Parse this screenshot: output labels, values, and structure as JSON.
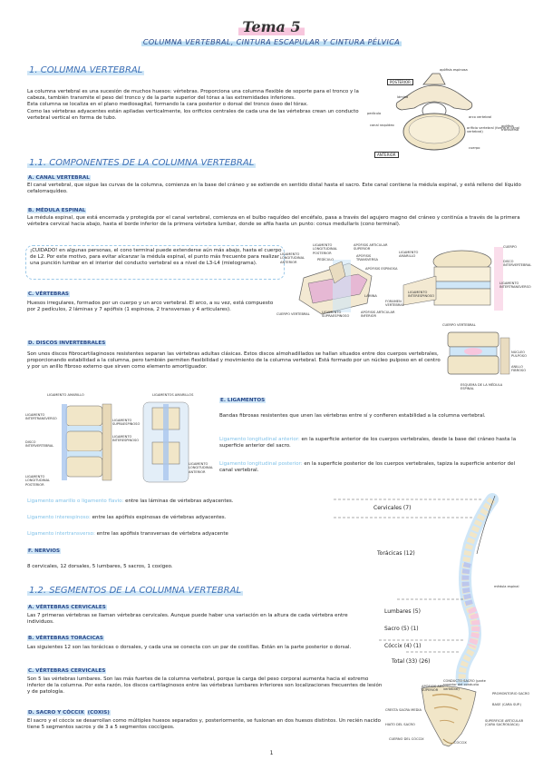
{
  "title": "Tema 5",
  "subtitle": "COLUMNA VERTEBRAL, CINTURA ESCAPULAR Y CINTURA PÉLVICA",
  "s1": {
    "heading": "1. COLUMNA VERTEBRAL",
    "p1": "La columna vertebral es una sucesión de muchos huesos: vértebras. Proporciona una columna flexible de soporte para el tronco y la cabeza, también transmite el peso del tronco y de la parte superior del tórax a las extremidades inferiores.",
    "p2": "Esta columna se localiza en el plano mediosagital, formando la cara posterior o dorsal del tronco óseo del tórax.",
    "p3": "Como las vértebras adyacentes están apiladas verticalmente, los orificios centrales de cada una de las vértebras crean un conducto vertebral vertical en forma de tubo."
  },
  "fig1": {
    "posterior": "POSTERIOR",
    "anterior": "ANTERIOR",
    "apofisis_espinosa": "apófisis espinosa",
    "lamina": "lámina",
    "arco_vertebral": "arco vertebral",
    "apofisis_transversa": "apófisis transversa",
    "pediculo": "pedículo",
    "canal_raquideo": "canal raquídeo",
    "orificio": "orificio vertebral (forma el canal vertebral)",
    "cuerpo": "cuerpo"
  },
  "s11": {
    "heading": "1.1. COMPONENTES DE LA COLUMNA VERTEBRAL",
    "a_head": "A. CANAL VERTEBRAL",
    "a_text": "El canal vertebral, que sigue las curvas de la columna, comienza en la base del cráneo y se extiende en sentido distal hasta el sacro. Este canal contiene la médula espinal, y está relleno del líquido cefalorraquídeo.",
    "b_head": "B. MÉDULA ESPINAL",
    "b_text": "La médula espinal, que está encerrada y protegida por el canal vertebral, comienza en el bulbo raquídeo del encéfalo, pasa a través del agujero magno del cráneo y continúa a través de la primera vértebra cervical hacia abajo, hasta el borde inferior de la primera vértebra lumbar, donde se afila hasta un punto: conus medullaris (cono terminal).",
    "b_note": "¡CUIDADO! en algunas personas, el cono terminal puede extenderse aún más abajo, hasta el cuerpo de L2. Por este motivo, para evitar alcanzar la médula espinal, el punto más frecuente para realizar una punción lumbar en el interior del conducto vertebral es a nivel de L3-L4 (mielograma).",
    "c_head": "C. VÉRTEBRAS",
    "c_text": "Huesos irregulares, formados por un cuerpo y un arco vertebral. El arco, a su vez, está compuesto por 2 pedículos, 2 láminas y 7 apófisis (1 espinosa, 2 transversas y 4 articulares).",
    "d_head": "D. DISCOS INVERTEBRALES",
    "d_text": "Son unos discos fibrocartilaginosos resistentes separan las vértebras adultas clásicas. Estos discos almohadillados se hallan situados entre dos cuerpos vertebrales, proporcionando estabilidad a la columna, pero también permiten flexibilidad y movimiento de la columna vertebral. Está formado por un núcleo pulposo en el centro y por un anillo fibroso externo que sirven como elemento amortiguador.",
    "e_head": "E. LIGAMENTOS",
    "e_text": "Bandas fibrosas resistentes que unen las vértebras entre sí y confieren estabilidad a la columna vertebral.",
    "e1_name": "Ligamento longitudinal anterior:",
    "e1_text": "en la superficie anterior de los cuerpos vertebrales, desde la base del cráneo hasta la superficie anterior del sacro.",
    "e2_name": "Ligamento longitudinal posterior:",
    "e2_text": "en la superficie posterior de los cuerpos vertebrales, tapiza la superficie anterior del canal vertebral.",
    "e3_name": "Ligamento amarillo o ligamento flavio:",
    "e3_text": "entre las láminas de vértebras adyacentes.",
    "e4_name": "Ligamento interespinoso:",
    "e4_text": "entre las apófisis espinosas de vértebras adyacentes.",
    "e5_name": "Ligamento intertransverso:",
    "e5_text": "entre las apófisis transversas de vértebra adyacente",
    "f_head": "F. NERVIOS",
    "f_text": "8 cervicales, 12 dorsales, 5 lumbares, 5 sacros, 1 coxigeo."
  },
  "fig2": {
    "l_long_post": "LIGAMENTO LONGITUDINAL POSTERIOR",
    "l_amarillo": "LIGAMENTO AMARILLO",
    "apof_art_sup": "APÓFISIS ARTICULAR SUPERIOR",
    "l_long_ant": "LIGAMENTO LONGITUDINAL ANTERIOR",
    "pediculo": "PEDÍCULO",
    "apof_transversa": "APÓFISIS TRANSVERSA",
    "apof_espinosa": "APÓFISIS ESPINOSA",
    "cuerpo_vert": "CUERPO VERTEBRAL",
    "lamina": "LÁMINA",
    "l_supraespinoso": "LIGAMENTO SUPRAESPINOSO",
    "l_interespinoso": "LIGAMENTO INTERESPINOSO",
    "disco": "DISCO INTERVERTEBRAL",
    "cuerpo": "CUERPO",
    "apof_art_inf": "APÓFISIS ARTICULAR INFERIOR",
    "foramen": "FORAMEN VERTEBRAL",
    "l_intertransverso": "LIGAMENTO INTERTRANSVERSO"
  },
  "fig3": {
    "cuerpo_vertebral": "CUERPO VERTEBRAL",
    "nucleo": "NÚCLEO PULPOSO",
    "anillo": "ANILLO FIBROSO",
    "esquema": "ESQUEMA DE LA MÉDULA ESPINAL"
  },
  "fig4": {
    "l_amarillo": "LIGAMENTO AMARILLO",
    "l_amarillo2": "LIGAMENTOS AMARILLOS",
    "l_intertransverso": "LIGAMENTO INTERTRANSVERSO",
    "l_supraespinoso": "LIGAMENTO SUPRAESPINOSO",
    "l_interespinoso": "LIGAMENTO INTERESPINOSO",
    "l_long_ant": "LIGAMENTO LONGITUDINAL ANTERIOR",
    "l_long_post": "LIGAMENTO LONGITUDINAL POSTERIOR",
    "disco": "DISCO INTERVERTEBRAL"
  },
  "spine": {
    "cervicales": "Cervicales (7)",
    "toracicas": "Torácicas (12)",
    "lumbares": "Lumbares (5)",
    "sacro": "Sacro (5) (1)",
    "coccix": "Cóccix (4) (1)",
    "total": "Total (33) (26)",
    "medula": "médula espinal"
  },
  "s12": {
    "heading": "1.2. SEGMENTOS DE LA COLUMNA VERTEBRAL",
    "a_head": "A. VÉRTEBRAS CERVICALES",
    "a_text": "Las 7 primeras vértebras se llaman vértebras cervicales. Aunque puede haber una variación en la altura de cada vértebra entre individuos.",
    "b_head": "B. VÉRTEBRAS TORÁCICAS",
    "b_text": "Las siguientes 12 son las torácicas o dorsales, y cada una se conecta con un par de costillas. Están en la parte posterior o dorsal.",
    "c_head": "C. VÉRTEBRAS CERVICALES",
    "c_text": "Son 5 las vértebras lumbares. Son las más fuertes de la columna vertebral, porque la carga del peso corporal aumenta hacia el extremo inferior de la columna. Por esta razón, los discos cartilaginosos entre las vértebras lumbares inferiores son localizaciones frecuentes de lesión y de patología.",
    "d_head": "D. SACRO Y CÓCCIX",
    "d_head2": "(COXIS)",
    "d_text": "El sacro y el cóccix se desarrollan como múltiples huesos separados y, posteriormente, se fusionan en dos huesos distintos. Un recién nacido tiene 5 segmentos sacros y de 3 a 5 segmentos coccígeos."
  },
  "fig5": {
    "conducto": "CONDUCTO SACRO (parte superior del conducto vertebral)",
    "apof_art": "APÓFISIS ART. SUPERIOR",
    "promontorio": "PROMONTORIO SACRO",
    "base": "BASE (CARA SUP.)",
    "cresta": "CRESTA SACRA MEDIA",
    "hiato": "HIATO DEL SACRO",
    "superficie": "SUPERFICIE ARTICULAR (CARA SACROILÍACA)",
    "cuerno": "CUERNO DEL CÓCCIX",
    "coccix": "CÓCCIX"
  },
  "page_number": "1"
}
